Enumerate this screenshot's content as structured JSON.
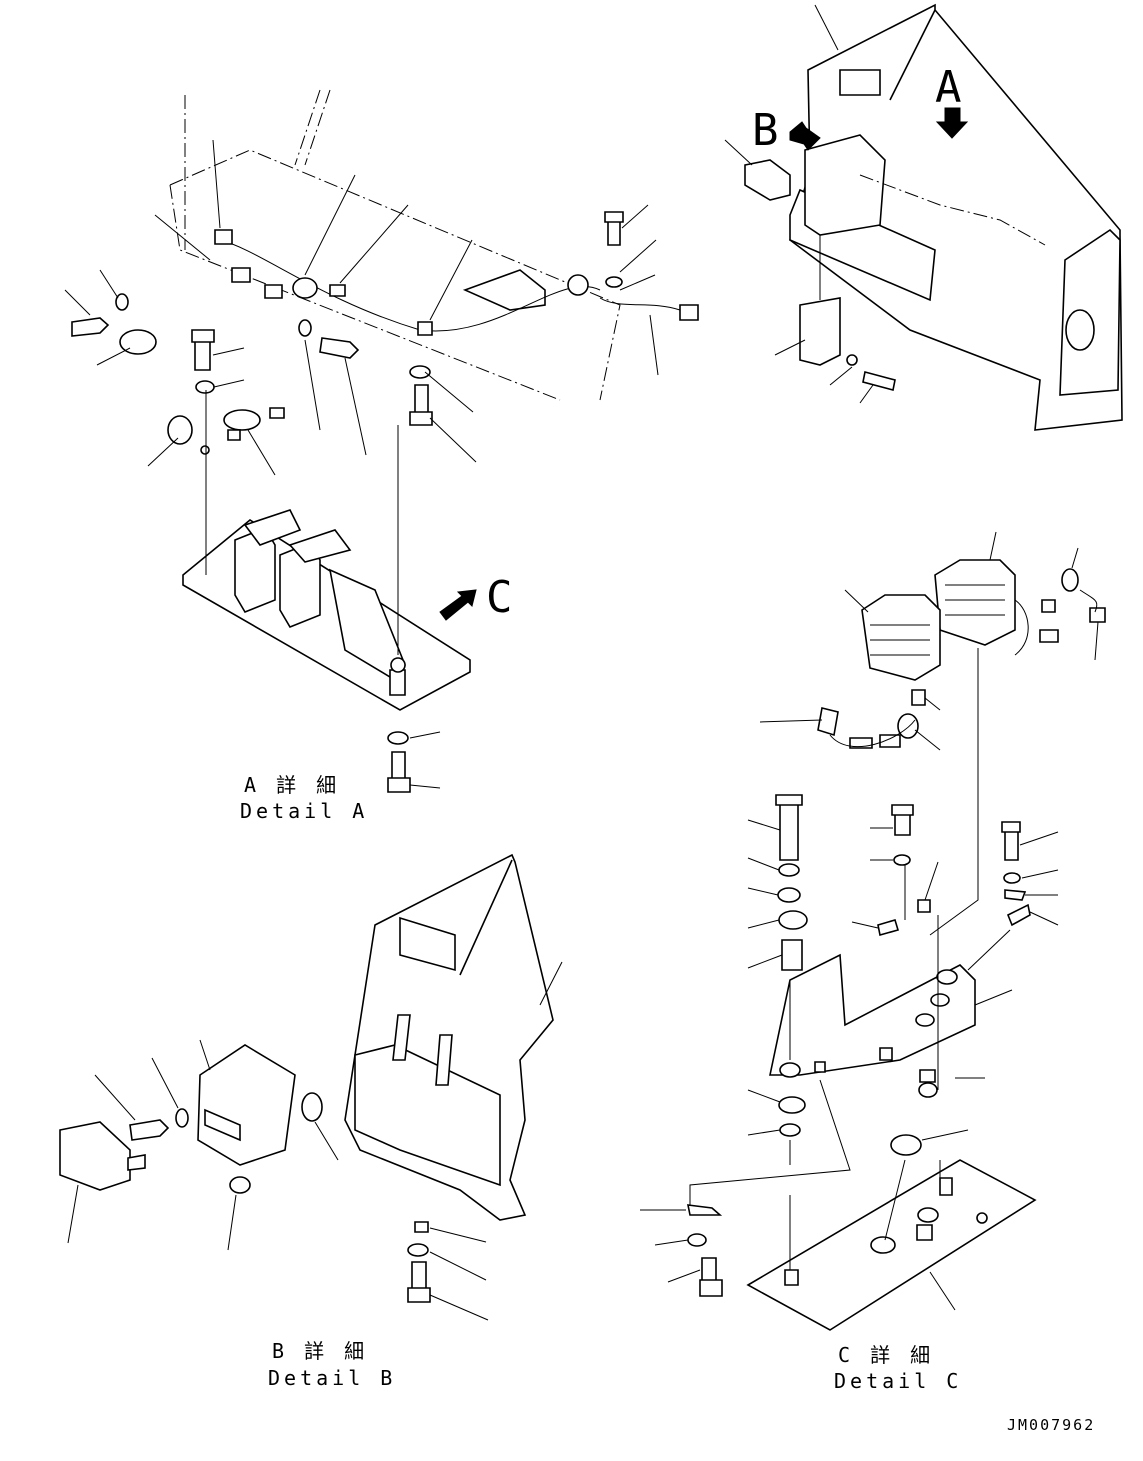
{
  "views": {
    "a": {
      "caption_jp": "A 詳 細",
      "caption_en": "Detail A"
    },
    "b": {
      "caption_jp": "B 詳 細",
      "caption_en": "Detail B"
    },
    "c": {
      "caption_jp": "C 詳 細",
      "caption_en": "Detail C"
    }
  },
  "callouts": {
    "a": "A",
    "b": "B",
    "c": "C"
  },
  "drawing_number": "JM007962"
}
